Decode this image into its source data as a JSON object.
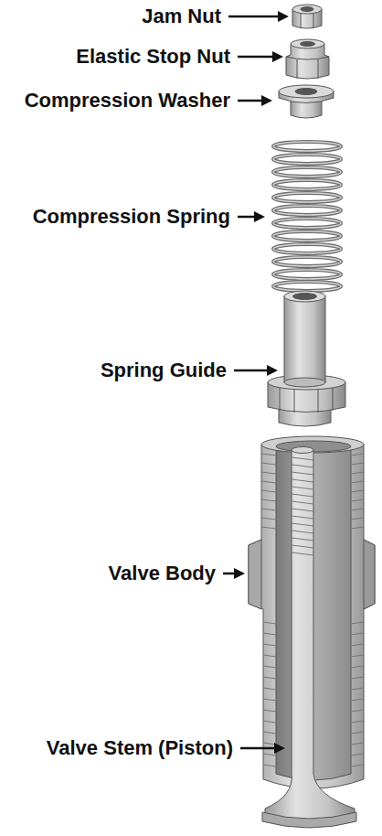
{
  "diagram": {
    "labels": [
      "Jam Nut",
      "Elastic Stop Nut",
      "Compression Washer",
      "Compression Spring",
      "Spring Guide",
      "Valve Body",
      "Valve Stem (Piston)"
    ]
  }
}
